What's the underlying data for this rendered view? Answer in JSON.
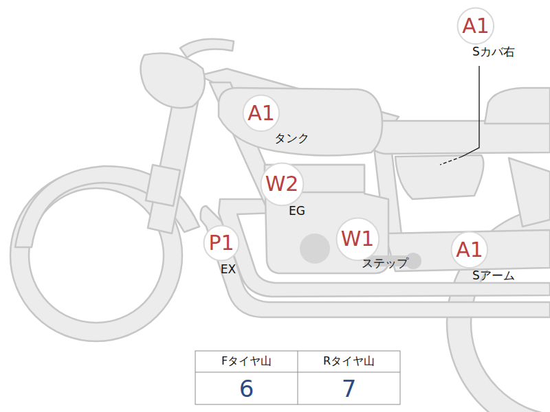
{
  "diagram": {
    "nodes": [
      {
        "text": [
          "A1",
          "Sカバ右"
        ]
      },
      {
        "text": [
          "A1",
          "タンク"
        ]
      },
      {
        "text": [
          "W2",
          "EG"
        ]
      },
      {
        "text": [
          "P1",
          "EX"
        ]
      },
      {
        "text": [
          "W1",
          "ステップ"
        ]
      },
      {
        "text": [
          "A1",
          "Sアーム"
        ]
      }
    ],
    "labels": [
      "Fタイヤ山",
      "Rタイヤ山",
      "6",
      "7"
    ]
  }
}
